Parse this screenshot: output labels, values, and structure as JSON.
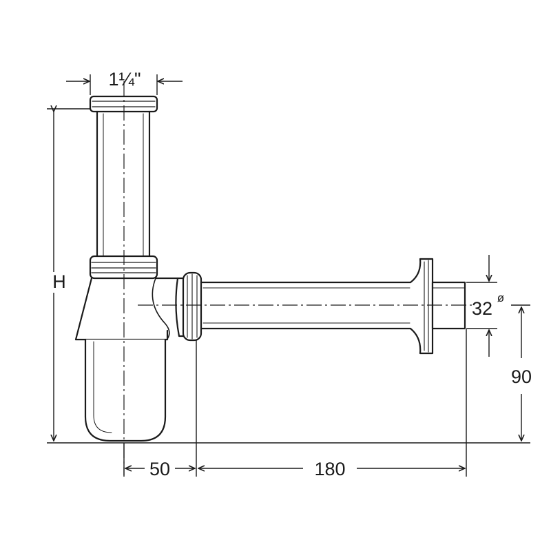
{
  "diagram": {
    "dimensions": {
      "top_thread": "1¼\"",
      "height": "H",
      "outlet_diameter": "32",
      "diameter_symbol": "ø",
      "outlet_height": "90",
      "trap_offset": "50",
      "outlet_length": "180"
    }
  },
  "colors": {
    "line": "#1a1a1a",
    "fill": "#ffffff"
  }
}
